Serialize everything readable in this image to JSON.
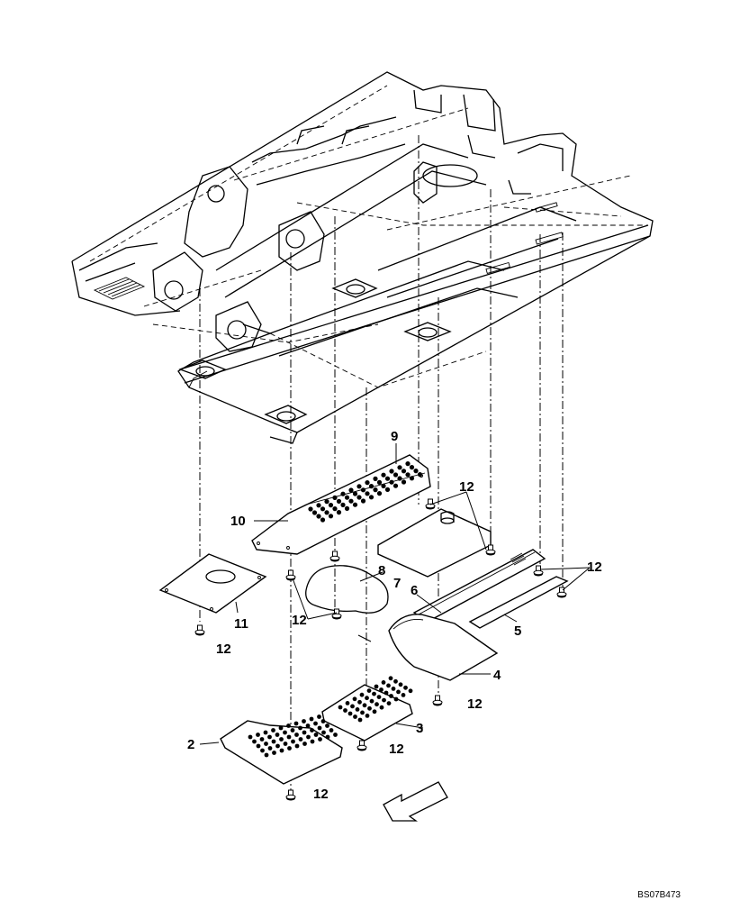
{
  "callouts": {
    "c2": "2",
    "c3": "3",
    "c4": "4",
    "c5": "5",
    "c6": "6",
    "c7": "7",
    "c8": "8",
    "c9": "9",
    "c10": "10",
    "c11": "11",
    "c12a": "12",
    "c12b": "12",
    "c12c": "12",
    "c12d": "12",
    "c12e": "12",
    "c12f": "12",
    "c12g": "12"
  },
  "reference_code": "BS07B473"
}
